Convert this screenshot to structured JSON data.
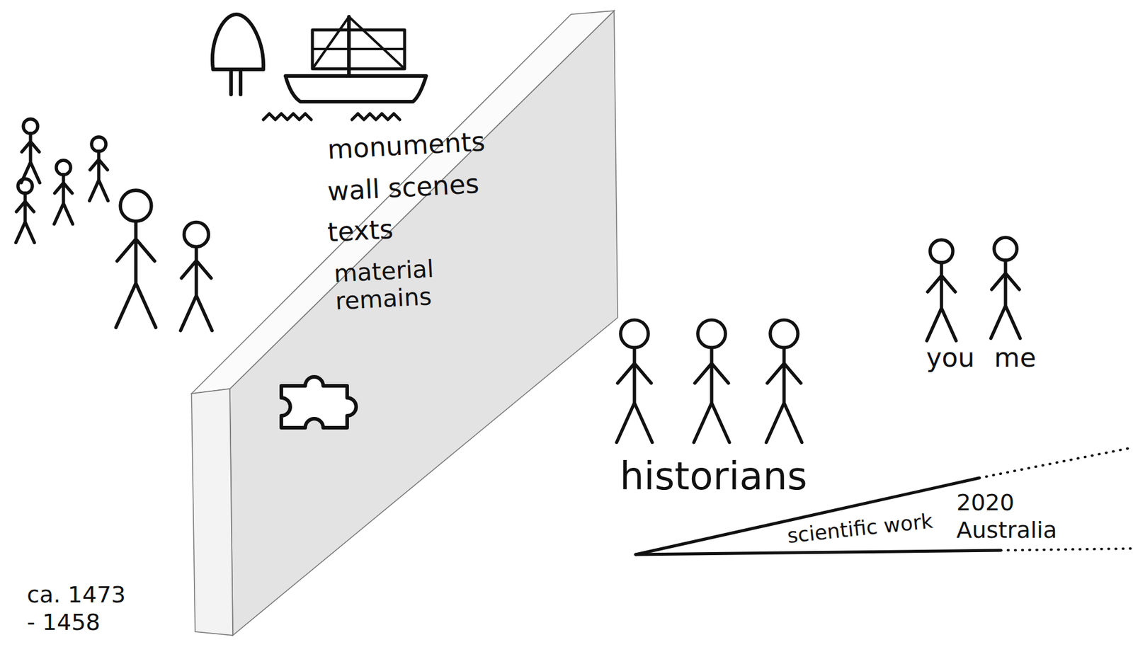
{
  "diagram": {
    "nodes": [
      {
        "text": [
          "monuments",
          "wall scenes",
          "texts",
          "material remains"
        ]
      },
      {
        "text": [
          "scientific work"
        ]
      }
    ],
    "labels": [
      "historians",
      "you",
      "me",
      "2020 Australia",
      "ca. 1473 - 1458"
    ]
  }
}
